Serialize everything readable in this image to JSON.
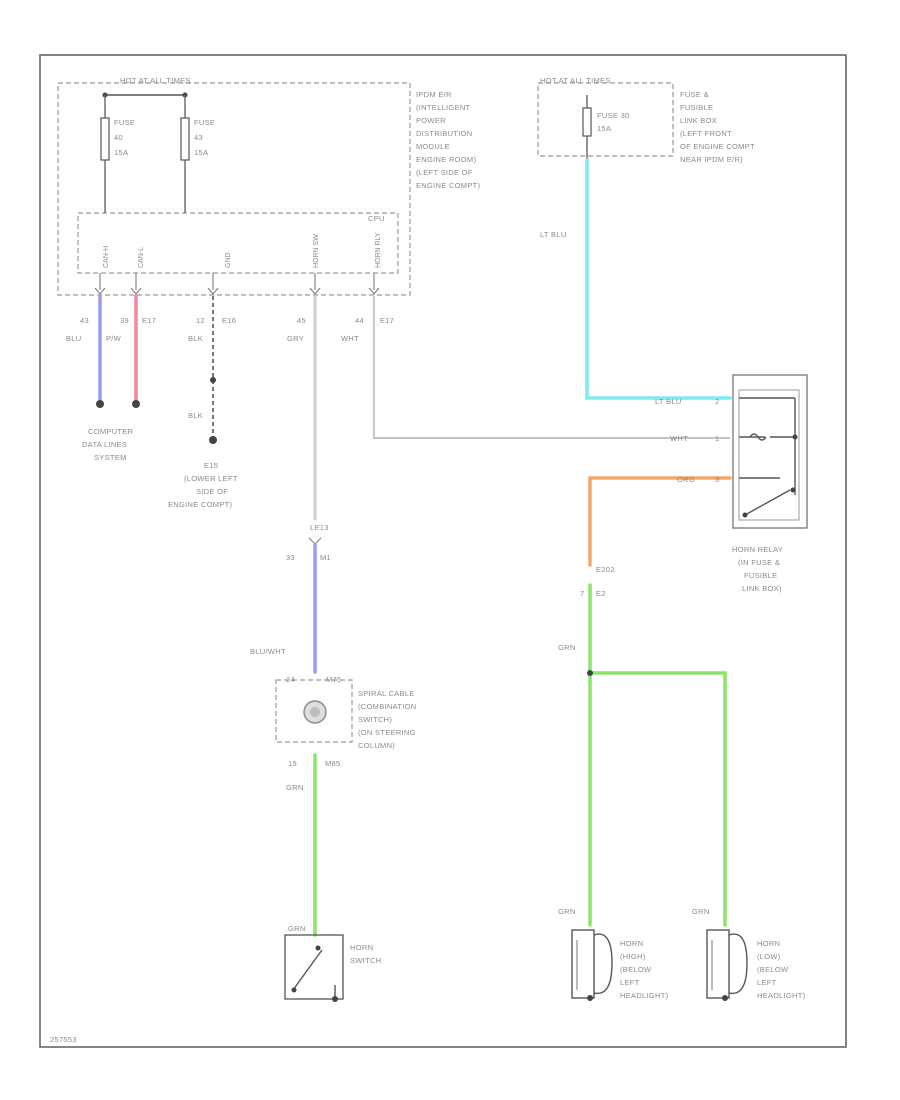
{
  "colors": {
    "lt_blu": "#7fe8f0",
    "grn": "#8be36a",
    "org": "#f0a868",
    "blu": "#9b9ef0",
    "pnk": "#f08a9a",
    "gry": "#c8c8c8",
    "border": "#666666"
  },
  "ipdm": {
    "top_label": "HOT AT ALL TIMES",
    "fuse1": [
      "FUSE",
      "40",
      "15A"
    ],
    "fuse2": [
      "FUSE",
      "43",
      "15A"
    ],
    "desc": [
      "IPDM E/R",
      "(INTELLIGENT",
      "POWER",
      "DISTRIBUTION",
      "MODULE",
      "ENGINE ROOM)",
      "(LEFT SIDE OF",
      "ENGINE COMPT)"
    ],
    "cpu": "CPU",
    "pins": [
      "CAN-H",
      "CAN-L",
      "GND",
      "HORN SW",
      "HORN RLY"
    ]
  },
  "fuse_box": {
    "top_label": "HOT AT ALL TIMES",
    "fuse": [
      "FUSE 30",
      "15A"
    ],
    "desc": [
      "FUSE &",
      "FUSIBLE",
      "LINK BOX",
      "(LEFT FRONT",
      "OF ENGINE COMPT",
      "NEAR IPDM E/R)"
    ]
  },
  "wires": {
    "w1": {
      "pin": "43",
      "color": "BLU"
    },
    "w2": {
      "pin": "39",
      "conn": "E17",
      "color": "P/W"
    },
    "w3": {
      "pin": "12",
      "conn": "E16",
      "color": "BLK"
    },
    "w3b": {
      "color": "BLK"
    },
    "w4": {
      "pin": "45",
      "color": "GRY"
    },
    "w5": {
      "pin": "44",
      "conn": "E17",
      "color": "WHT"
    },
    "ltblu_top": "LT BLU",
    "ltblu_side": "LT BLU",
    "ltblu_pin": "2",
    "wht_side": "WHT",
    "wht_pin": "1",
    "org_side": "ORG",
    "org_pin": "3",
    "orange_conn": "E202",
    "grn_pin": "E2",
    "grn_pin_num": "7",
    "grn_right": "GRN",
    "le": "LE13",
    "le_pin": "M1",
    "le_pin_num": "33",
    "blu_wht": "BLU/WHT",
    "spiral_pin": "24",
    "spiral_conn": "M75",
    "spiral_bottom_pin": "15",
    "spiral_bottom_conn": "M85",
    "grn_mid": "GRN",
    "horn_sw_grn": "GRN",
    "horn_hi_grn": "GRN",
    "horn_lo_grn": "GRN"
  },
  "computer_data": [
    "COMPUTER",
    "DATA LINES",
    "SYSTEM"
  ],
  "ground": [
    "E15",
    "(LOWER LEFT",
    "SIDE OF",
    "ENGINE COMPT)"
  ],
  "relay": [
    "HORN RELAY",
    "(IN FUSE &",
    "FUSIBLE",
    "LINK BOX)"
  ],
  "spiral": [
    "SPIRAL CABLE",
    "(COMBINATION",
    "SWITCH)",
    "(ON STEERING",
    "COLUMN)"
  ],
  "horn_switch": [
    "HORN",
    "SWITCH"
  ],
  "horn_high": [
    "HORN",
    "(HIGH)",
    "(BELOW",
    "LEFT",
    "HEADLIGHT)"
  ],
  "horn_low": [
    "HORN",
    "(LOW)",
    "(BELOW",
    "LEFT",
    "HEADLIGHT)"
  ],
  "figure_id": "257553"
}
